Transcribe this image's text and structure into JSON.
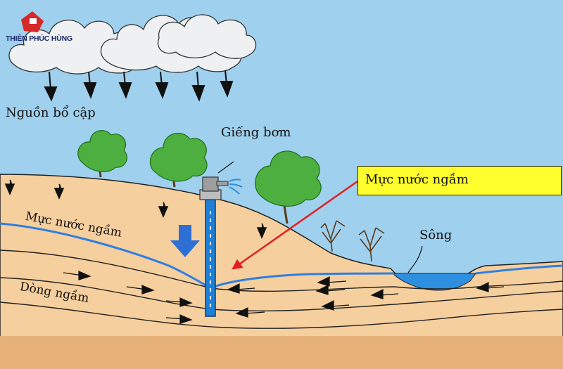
{
  "logo": {
    "name": "THIÊN PHÚC HÙNG"
  },
  "labels": {
    "recharge": "Nguồn bổ cập",
    "pump_well": "Giếng bơm",
    "water_table_callout": "Mực nước ngầm",
    "water_table": "Mực nước ngầm",
    "river": "Sông",
    "underground_flow": "Dòng ngầm"
  },
  "colors": {
    "sky": "#9fd0ee",
    "soil": "#f6cf9e",
    "soil_dark": "#e6b27a",
    "water": "#2e8fe0",
    "callout_bg": "#ffff2e",
    "arrow_red": "#e02020",
    "tree_green": "#4caf3f",
    "well_blue": "#1f7fd6"
  },
  "icons": [
    "logo-icon",
    "cloud-icon",
    "rain-arrow-icon",
    "tree-icon",
    "pump-icon",
    "down-arrow-icon",
    "flow-arrow-icon"
  ]
}
